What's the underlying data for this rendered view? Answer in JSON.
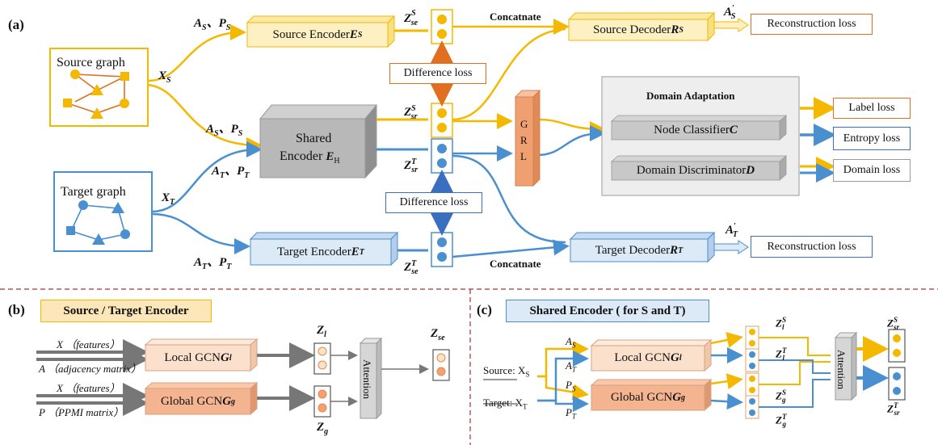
{
  "panels": {
    "a": "(a)",
    "b": "(b)",
    "c": "(c)"
  },
  "colors": {
    "source": "#f5b800",
    "source_box": "#fdf0c2",
    "target": "#4a8fd0",
    "target_box": "#dce9f7",
    "diff_arrow": "#e07020",
    "grl": "#f0a070",
    "gcn_local": "#fbe0cc",
    "gcn_global": "#f4b490",
    "shared_enc": "#b8b8b8",
    "da_bg": "#eeeeee",
    "dashed": "#b03030"
  },
  "a": {
    "source_graph": "Source graph",
    "target_graph": "Target graph",
    "xs": "X",
    "xs_sub": "S",
    "xt": "X",
    "xt_sub": "T",
    "as_ps_top": "A_S 、P_S",
    "as_ps_mid": "A_S 、P_S",
    "at_pt_mid": "A_T 、P_T",
    "at_pt_bot": "A_T 、P_T",
    "source_encoder": "Source Encoder ",
    "source_encoder_sym": "E",
    "source_encoder_sub": "S",
    "shared_encoder_line1": "Shared",
    "shared_encoder_line2": "Encoder ",
    "shared_encoder_sym": "E",
    "shared_encoder_sub": "H",
    "target_encoder": "Target Encoder ",
    "target_encoder_sym": "E",
    "target_encoder_sub": "T",
    "z_se_s": "Z",
    "z_se_s_sup": "S",
    "z_se_s_sub": "se",
    "z_sr_s": "Z",
    "z_sr_s_sup": "S",
    "z_sr_s_sub": "sr",
    "z_sr_t": "Z",
    "z_sr_t_sup": "T",
    "z_sr_t_sub": "sr",
    "z_se_t": "Z",
    "z_se_t_sup": "T",
    "z_se_t_sub": "se",
    "difference_loss_top": "Difference loss",
    "difference_loss_bottom": "Difference loss",
    "concat_top": "Concatnate",
    "concat_bottom": "Concatnate",
    "source_decoder": "Source Decoder ",
    "source_decoder_sym": "R",
    "source_decoder_sub": "S",
    "target_decoder": "Target Decoder ",
    "target_decoder_sym": "R",
    "target_decoder_sub": "T",
    "a_s_prime": "A",
    "a_s_prime_sub": "S",
    "a_t_prime": "A",
    "a_t_prime_sub": "T",
    "recon_loss_top": "Reconstruction loss",
    "recon_loss_bottom": "Reconstruction loss",
    "grl": "G\nR\nL",
    "domain_adaptation": "Domain Adaptation",
    "node_classifier": "Node Classifier ",
    "node_classifier_sym": "C",
    "domain_discriminator": "Domain Discriminator ",
    "domain_discriminator_sym": "D",
    "label_loss": "Label loss",
    "entropy_loss": "Entropy loss",
    "domain_loss": "Domain loss"
  },
  "b": {
    "title": "Source / Target Encoder",
    "x_features_1": "X （features）",
    "a_adjacency": "A （adjacency matrix）",
    "x_features_2": "X （features）",
    "p_ppmi": "P （PPMI matrix）",
    "local_gcn": "Local GCN ",
    "local_gcn_sym": "G",
    "local_gcn_sub": "l",
    "global_gcn": "Global GCN ",
    "global_gcn_sym": "G",
    "global_gcn_sub": "g",
    "attention": "Attention",
    "z_l": "Z",
    "z_l_sub": "l",
    "z_g": "Z",
    "z_g_sub": "g",
    "z_se": "Z",
    "z_se_sub": "se"
  },
  "c": {
    "title": "Shared Encoder ( for S and T)",
    "source_xs": "Source: X",
    "source_xs_sub": "S",
    "target_xt": "Target: X",
    "target_xt_sub": "T",
    "as": "A",
    "as_sub": "S",
    "at": "A",
    "at_sub": "T",
    "ps": "P",
    "ps_sub": "S",
    "pt": "P",
    "pt_sub": "T",
    "local_gcn": "Local GCN ",
    "local_gcn_sym": "G",
    "local_gcn_sub": "l",
    "global_gcn": "Global GCN ",
    "global_gcn_sym": "G",
    "global_gcn_sub": "g",
    "attention": "Attention",
    "z_l_s": "Z",
    "z_l_s_sup": "S",
    "z_l_s_sub": "l",
    "z_l_t": "Z",
    "z_l_t_sup": "T",
    "z_l_t_sub": "l",
    "z_g_s": "Z",
    "z_g_s_sup": "S",
    "z_g_s_sub": "g",
    "z_g_t": "Z",
    "z_g_t_sup": "T",
    "z_g_t_sub": "g",
    "z_sr_s": "Z",
    "z_sr_s_sup": "S",
    "z_sr_s_sub": "sr",
    "z_sr_t": "Z",
    "z_sr_t_sup": "T",
    "z_sr_t_sub": "sr"
  }
}
